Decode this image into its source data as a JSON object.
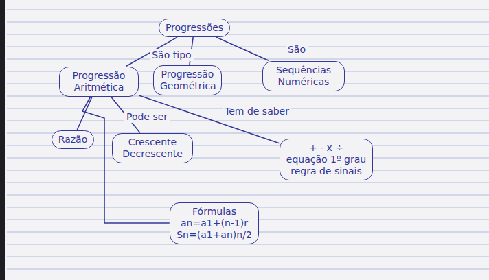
{
  "diagram": {
    "nodes": [
      {
        "text": [
          "Progressões"
        ]
      },
      {
        "text": [
          "Progressão Aritmética"
        ]
      },
      {
        "text": [
          "Progressão Geométrica"
        ]
      },
      {
        "text": [
          "Sequências Numéricas"
        ]
      },
      {
        "text": [
          "Razão"
        ]
      },
      {
        "text": [
          "Crescente Decrescente"
        ]
      },
      {
        "text": [
          "+ - x ÷",
          "equação 1º grau",
          "regra de sinais"
        ]
      },
      {
        "text": [
          "Fórmulas",
          "an=a1+(n-1)r",
          "Sn=(a1+an)n/2"
        ]
      }
    ],
    "edges": [
      {
        "from": 0,
        "to": 1,
        "arrow": "none",
        "label": "São tipo"
      },
      {
        "from": 0,
        "to": 2,
        "arrow": "none"
      },
      {
        "from": 0,
        "to": 3,
        "arrow": "none",
        "label": "São"
      },
      {
        "from": 1,
        "to": 4,
        "arrow": "none"
      },
      {
        "from": 1,
        "to": 5,
        "arrow": "none",
        "label": "Pode ser"
      },
      {
        "from": 1,
        "to": 6,
        "arrow": "none",
        "label": "Tem de saber"
      },
      {
        "from": 1,
        "to": 7,
        "arrow": "none"
      }
    ]
  }
}
